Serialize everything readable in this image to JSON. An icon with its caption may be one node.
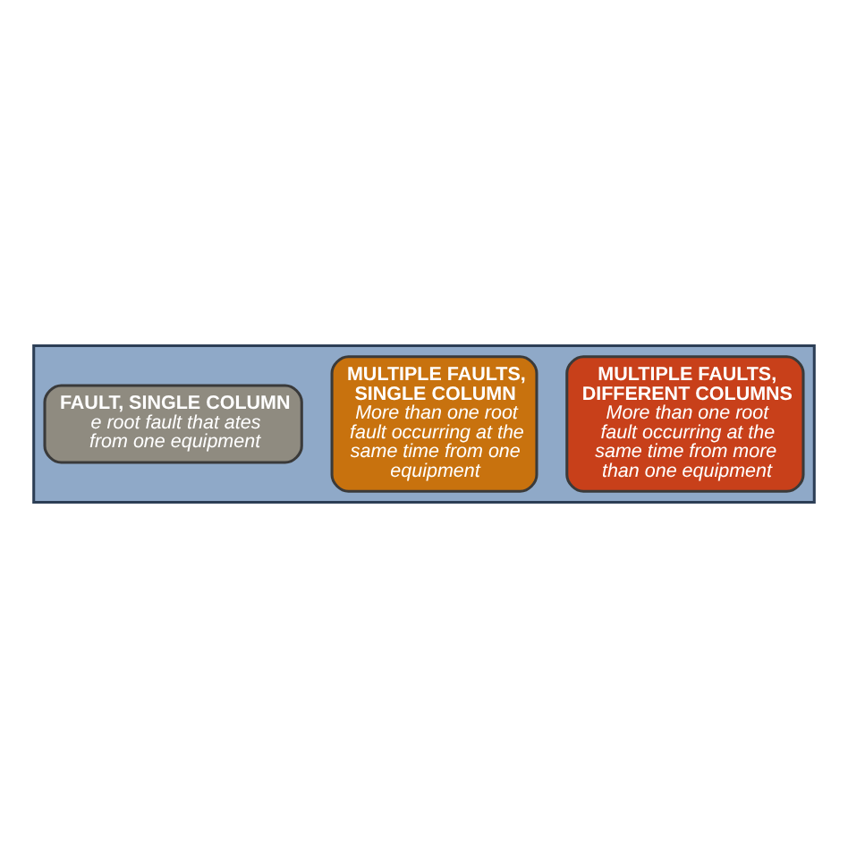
{
  "diagram": {
    "nodes": [
      {
        "text": [],
        "shape": "arrow"
      },
      {
        "text": [
          "FAULT, SINGLE COLUMN",
          "e root fault that ates from one equipment"
        ],
        "in": 0
      },
      {
        "text": [
          "MULTIPLE FAULTS, SINGLE COLUMN",
          "More than one root fault occurring at the same time from one equipment"
        ],
        "in": 0
      },
      {
        "text": [
          "MULTIPLE FAULTS, DIFFERENT COLUMNS",
          "More than one root fault occurring at the same time from more than one equipment"
        ],
        "in": 0
      }
    ],
    "edges": []
  }
}
